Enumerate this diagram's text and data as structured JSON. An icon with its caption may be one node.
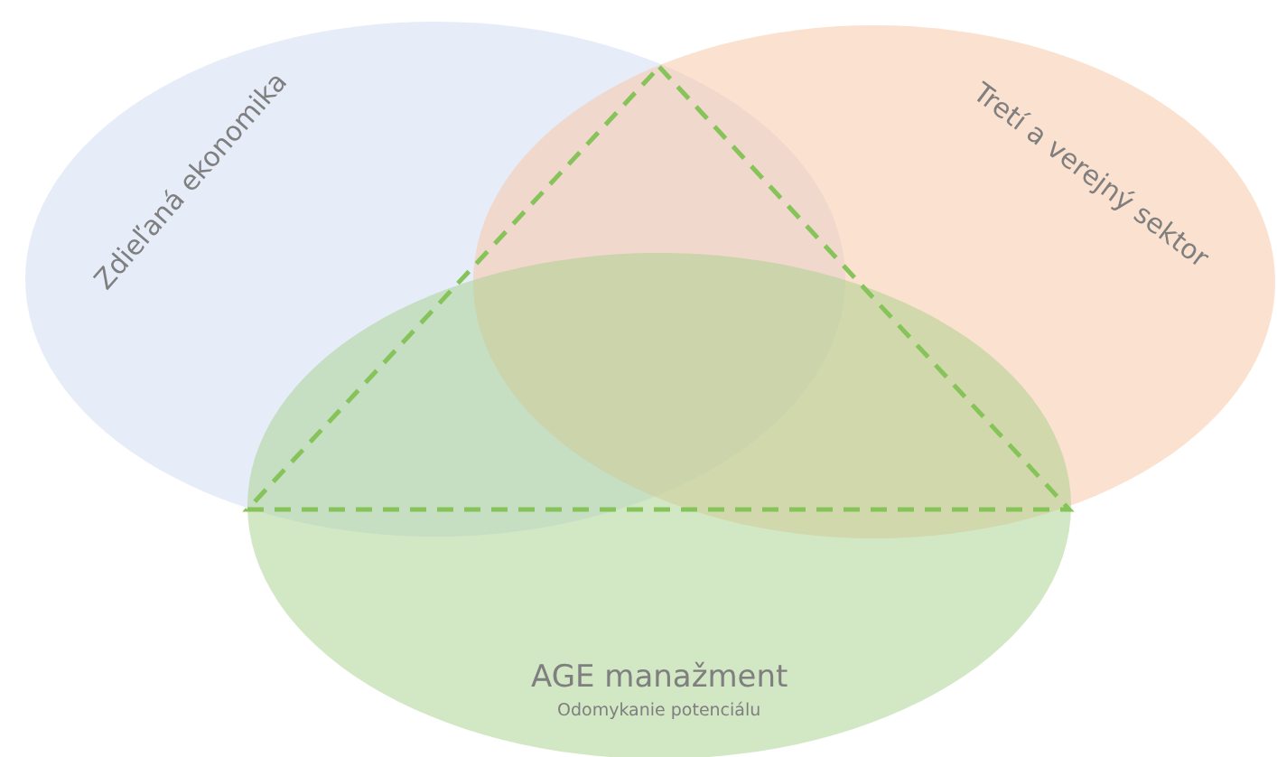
{
  "diagram": {
    "nodes": [
      {
        "text": [
          "Zdieľaná ekonomika"
        ]
      },
      {
        "text": [
          "Tretí a verejný sektor"
        ]
      },
      {
        "text": [
          "AGE manažment",
          "Odomykanie potenciálu"
        ]
      }
    ]
  }
}
